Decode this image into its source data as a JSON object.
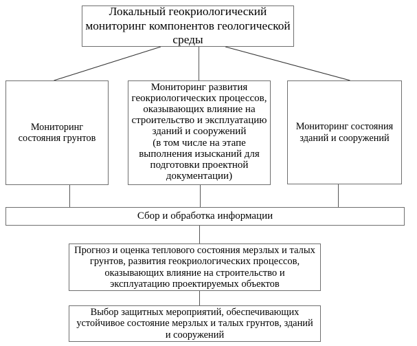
{
  "diagram": {
    "colors": {
      "background": "#ffffff",
      "box_border": "#6e6e6e",
      "connector": "#555555",
      "diagonal_connector": "#333333",
      "text": "#000000"
    },
    "nodes": {
      "root": {
        "text": "Локальный геокриологический\nмониторинг компонентов геологической\nсреды"
      },
      "soil": {
        "text": "Мониторинг\nсостояния грунтов"
      },
      "processes": {
        "text": "Мониторинг развития\nгеокриологических процессов,\nоказывающих влияние на\nстроительство и эксплуатацию\nзданий и сооружений\n(в том числе на этапе\nвыполнения изысканий для\nподготовки проектной\nдокументации)"
      },
      "buildings": {
        "text": "Мониторинг состояния\nзданий и сооружений"
      },
      "collect": {
        "text": "Сбор и обработка информации"
      },
      "forecast": {
        "text": "Прогноз и оценка теплового состояния мерзлых и талых\nгрунтов, развития геокриологических процессов,\nоказывающих влияние на строительство и\nэксплуатацию проектируемых объектов"
      },
      "protect": {
        "text": "Выбор защитных мероприятий, обеспечивающих\nустойчивое состояние мерзлых и талых грунтов, зданий\nи сооружений"
      }
    }
  }
}
